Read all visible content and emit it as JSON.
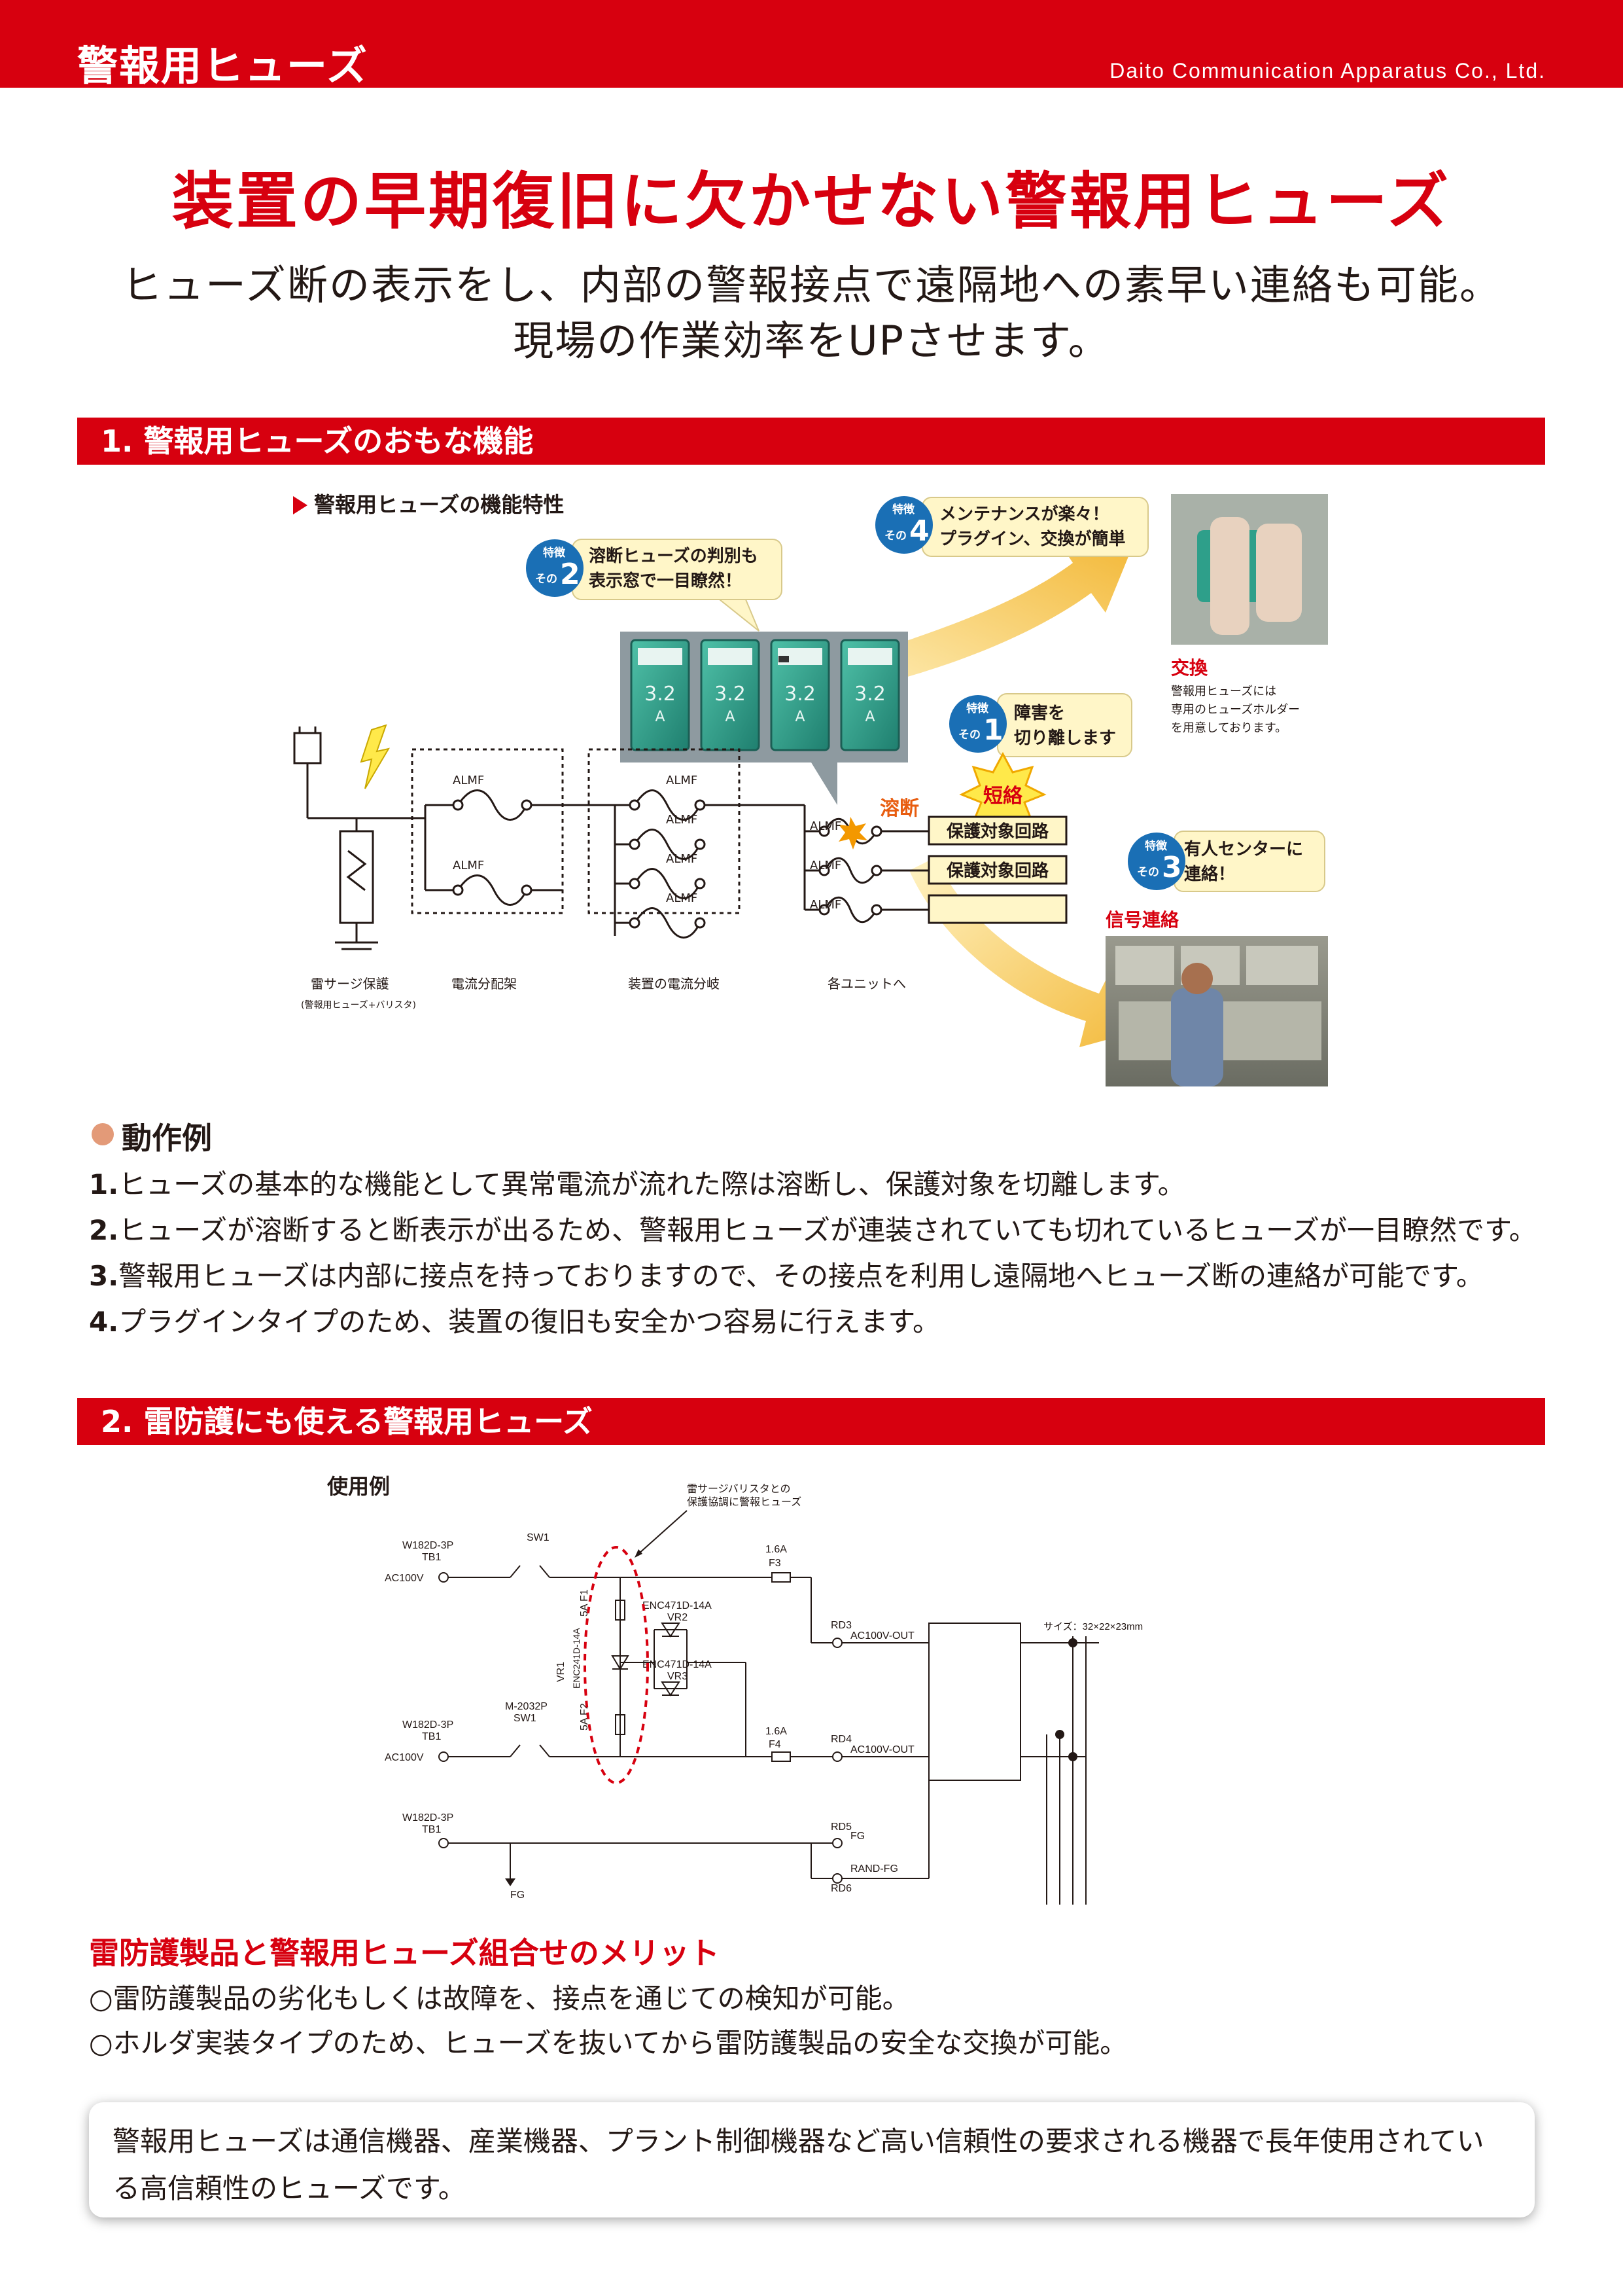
{
  "header": {
    "title": "警報用ヒューズ",
    "company": "Daito Communication Apparatus Co., Ltd."
  },
  "headline": "装置の早期復旧に欠かせない警報用ヒューズ",
  "sublines": [
    "ヒューズ断の表示をし、内部の警報接点で遠隔地への素早い連絡も可能。",
    "現場の作業効率をUPさせます。"
  ],
  "section1": {
    "title": "1. 警報用ヒューズのおもな機能",
    "figure_title": "警報用ヒューズの機能特性",
    "features": [
      {
        "badge_top": "特徴",
        "badge_bottom": "その",
        "num": "2",
        "line1": "溶断ヒューズの判別も",
        "line2": "表示窓で一目瞭然！"
      },
      {
        "badge_top": "特徴",
        "badge_bottom": "その",
        "num": "4",
        "line1": "メンテナンスが楽々！",
        "line2": "プラグイン、交換が簡単"
      },
      {
        "badge_top": "特徴",
        "badge_bottom": "その",
        "num": "1",
        "line1": "障害を",
        "line2": "切り離します"
      },
      {
        "badge_top": "特徴",
        "badge_bottom": "その",
        "num": "3",
        "line1": "有人センターに",
        "line2": "連絡！"
      }
    ],
    "fuse_label": "3.2",
    "fuse_unit": "A",
    "exchange_title": "交換",
    "exchange_lines": [
      "警報用ヒューズには",
      "専用のヒューズホルダー",
      "を用意しております。"
    ],
    "signal_title": "信号連絡",
    "blown_label": "溶断",
    "short_label": "短絡",
    "circuit_labels": [
      "保護対象回路",
      "保護対象回路"
    ],
    "almf": "ALMF",
    "captions": [
      "雷サージ保護",
      "(警報用ヒューズ+バリスタ)",
      "電流分配架",
      "装置の電流分岐",
      "各ユニットへ"
    ],
    "operation_title": "動作例",
    "operation_items": [
      {
        "num": "1.",
        "text": "ヒューズの基本的な機能として異常電流が流れた際は溶断し、保護対象を切離します。"
      },
      {
        "num": "2.",
        "text": "ヒューズが溶断すると断表示が出るため、警報用ヒューズが連装されていても切れているヒューズが一目瞭然です。"
      },
      {
        "num": "3.",
        "text": "警報用ヒューズは内部に接点を持っておりますので、その接点を利用し遠隔地へヒューズ断の連絡が可能です。"
      },
      {
        "num": "4.",
        "text": "プラグインタイプのため、装置の復旧も安全かつ容易に行えます。"
      }
    ]
  },
  "section2": {
    "title": "2. 雷防護にも使える警報用ヒューズ",
    "usage_label": "使用例",
    "circuit": {
      "annotation": [
        "雷サージバリスタとの",
        "保護協調に警報ヒューズ"
      ],
      "tb_labels": [
        "W182D-3P",
        "TB1"
      ],
      "ac_label": "AC100V",
      "sw1": "SW1",
      "sw_model": "M-2032P",
      "f1": "5A F1",
      "f2": "5A F2",
      "f3": "1.6A",
      "f3_name": "F3",
      "f4": "1.6A",
      "f4_name": "F4",
      "vr1": "VR1",
      "vr1_model": "ENC241D-14A",
      "vr2_model": "ENC471D-14A",
      "vr2": "VR2",
      "vr3_model": "ENC471D-14A",
      "vr3": "VR3",
      "rd3": "RD3",
      "rd4": "RD4",
      "rd5": "RD5",
      "rd6": "RD6",
      "out": "AC100V-OUT",
      "fg": "FG",
      "rand_fg": "RAND-FG",
      "size": "サイズ：32×22×23mm"
    },
    "merit_title": "雷防護製品と警報用ヒューズ組合せのメリット",
    "merit_items": [
      "○雷防護製品の劣化もしくは故障を、接点を通じての検知が可能。",
      "○ホルダ実装タイプのため、ヒューズを抜いてから雷防護製品の安全な交換が可能。"
    ],
    "note": "警報用ヒューズは通信機器、産業機器、プラント制御機器など高い信頼性の要求される機器で長年使用されている高信頼性のヒューズです。"
  },
  "colors": {
    "brand_red": "#d7000f",
    "badge_blue": "#1a6fb5",
    "callout_yellow": "#fff6c8",
    "arrow_yellow": "#f5c64c",
    "fuse_green": "#2e9f8a"
  }
}
